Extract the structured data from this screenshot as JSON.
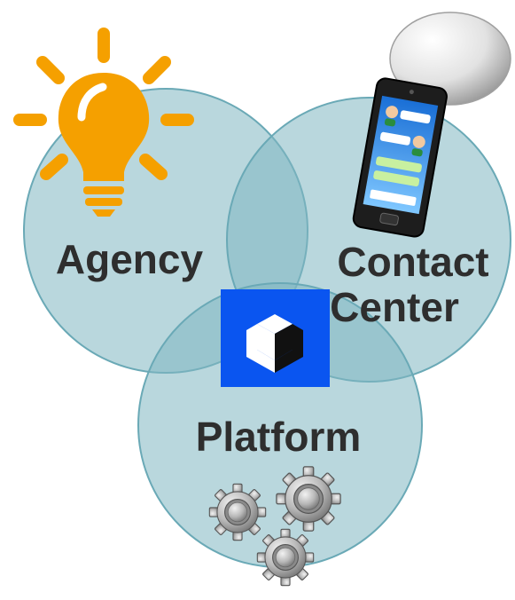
{
  "diagram": {
    "type": "venn",
    "circles": [
      {
        "id": "agency",
        "label_lines": [
          "Agency"
        ],
        "icon": "lightbulb-icon"
      },
      {
        "id": "contact-center",
        "label_lines": [
          "Contact",
          "Center"
        ],
        "icon": "smartphone-chat-icon"
      },
      {
        "id": "platform",
        "label_lines": [
          "Platform"
        ],
        "icon": "gears-icon"
      }
    ],
    "center_logo": "cube-logo-icon",
    "colors": {
      "circle_fill": "#7fb6c1",
      "circle_stroke": "#6aa9b6",
      "bulb": "#f5a000",
      "logo_bg": "#0a55f0",
      "text": "#2e2e2e"
    }
  }
}
